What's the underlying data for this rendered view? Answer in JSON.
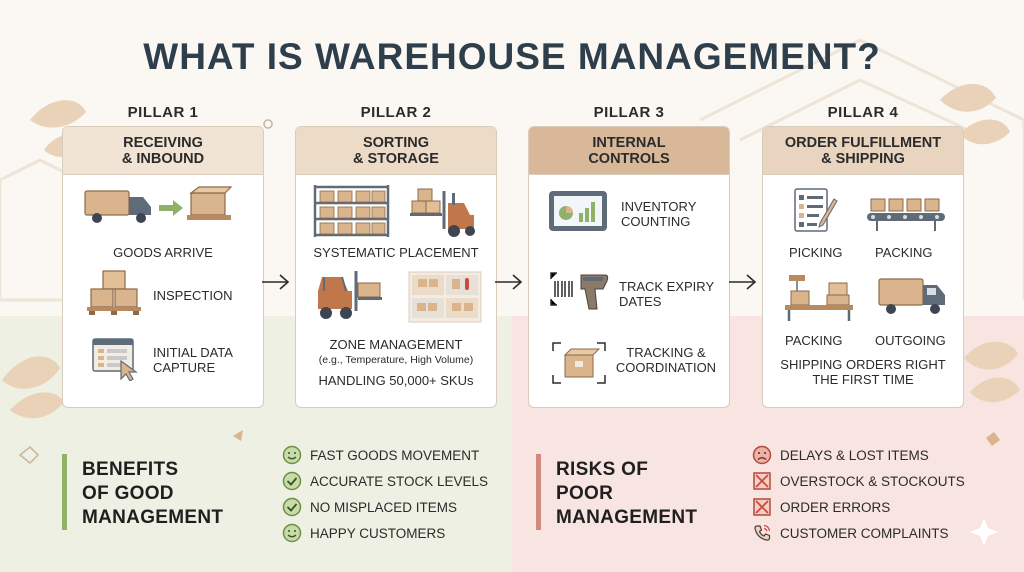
{
  "title": "WHAT IS WAREHOUSE MANAGEMENT?",
  "pillars": [
    {
      "label": "PILLAR 1",
      "heading": [
        "RECEIVING",
        "& INBOUND"
      ],
      "items": [
        "GOODS ARRIVE",
        "INSPECTION",
        [
          "INITIAL DATA",
          "CAPTURE"
        ]
      ]
    },
    {
      "label": "PILLAR 2",
      "heading": [
        "SORTING",
        "& STORAGE"
      ],
      "items": [
        "SYSTEMATIC PLACEMENT",
        "ZONE MANAGEMENT",
        "(e.g., Temperature, High Volume)",
        "HANDLING 50,000+ SKUs"
      ]
    },
    {
      "label": "PILLAR 3",
      "heading": [
        "INTERNAL",
        "CONTROLS"
      ],
      "items": [
        [
          "INVENTORY",
          "COUNTING"
        ],
        [
          "TRACK EXPIRY",
          "DATES"
        ],
        [
          "TRACKING &",
          "COORDINATION"
        ]
      ]
    },
    {
      "label": "PILLAR 4",
      "heading": [
        "ORDER FULFILLMENT",
        "& SHIPPING"
      ],
      "items": [
        "PICKING",
        "PACKING",
        "PACKING",
        "OUTGOING",
        [
          "SHIPPING ORDERS RIGHT",
          "THE FIRST TIME"
        ]
      ]
    }
  ],
  "benefits": {
    "title": [
      "BENEFITS",
      "OF GOOD",
      "MANAGEMENT"
    ],
    "items": [
      "FAST GOODS MOVEMENT",
      "ACCURATE STOCK LEVELS",
      "NO MISPLACED ITEMS",
      "HAPPY CUSTOMERS"
    ],
    "color": "#8fb26a"
  },
  "risks": {
    "title": [
      "RISKS OF",
      "POOR",
      "MANAGEMENT"
    ],
    "items": [
      "DELAYS & LOST ITEMS",
      "OVERSTOCK & STOCKOUTS",
      "ORDER ERRORS",
      "CUSTOMER COMPLAINTS"
    ],
    "color": "#d08a7e"
  },
  "colors": {
    "title": "#2f3e4b",
    "box": "#d9b48c",
    "box_dark": "#b88a5e",
    "steel": "#5f6b78",
    "benefit_green": "#8fb26a",
    "risk_red": "#cc4b3c"
  },
  "icons": {
    "goods_arrive": "delivery-truck-icon",
    "inspection": "stacked-boxes-icon",
    "data_capture": "form-cursor-icon",
    "placement": "storage-shelf-icon",
    "forklift": "forklift-icon",
    "zones": "zone-grid-icon",
    "counting": "tablet-chart-icon",
    "expiry": "barcode-scanner-icon",
    "tracking": "tracked-box-icon",
    "picking": "checklist-icon",
    "packing_belt": "conveyor-icon",
    "packing_table": "packing-table-icon",
    "outgoing": "shipping-truck-icon",
    "benefit": "smiley-check-icon",
    "risk": "warning-icon"
  }
}
